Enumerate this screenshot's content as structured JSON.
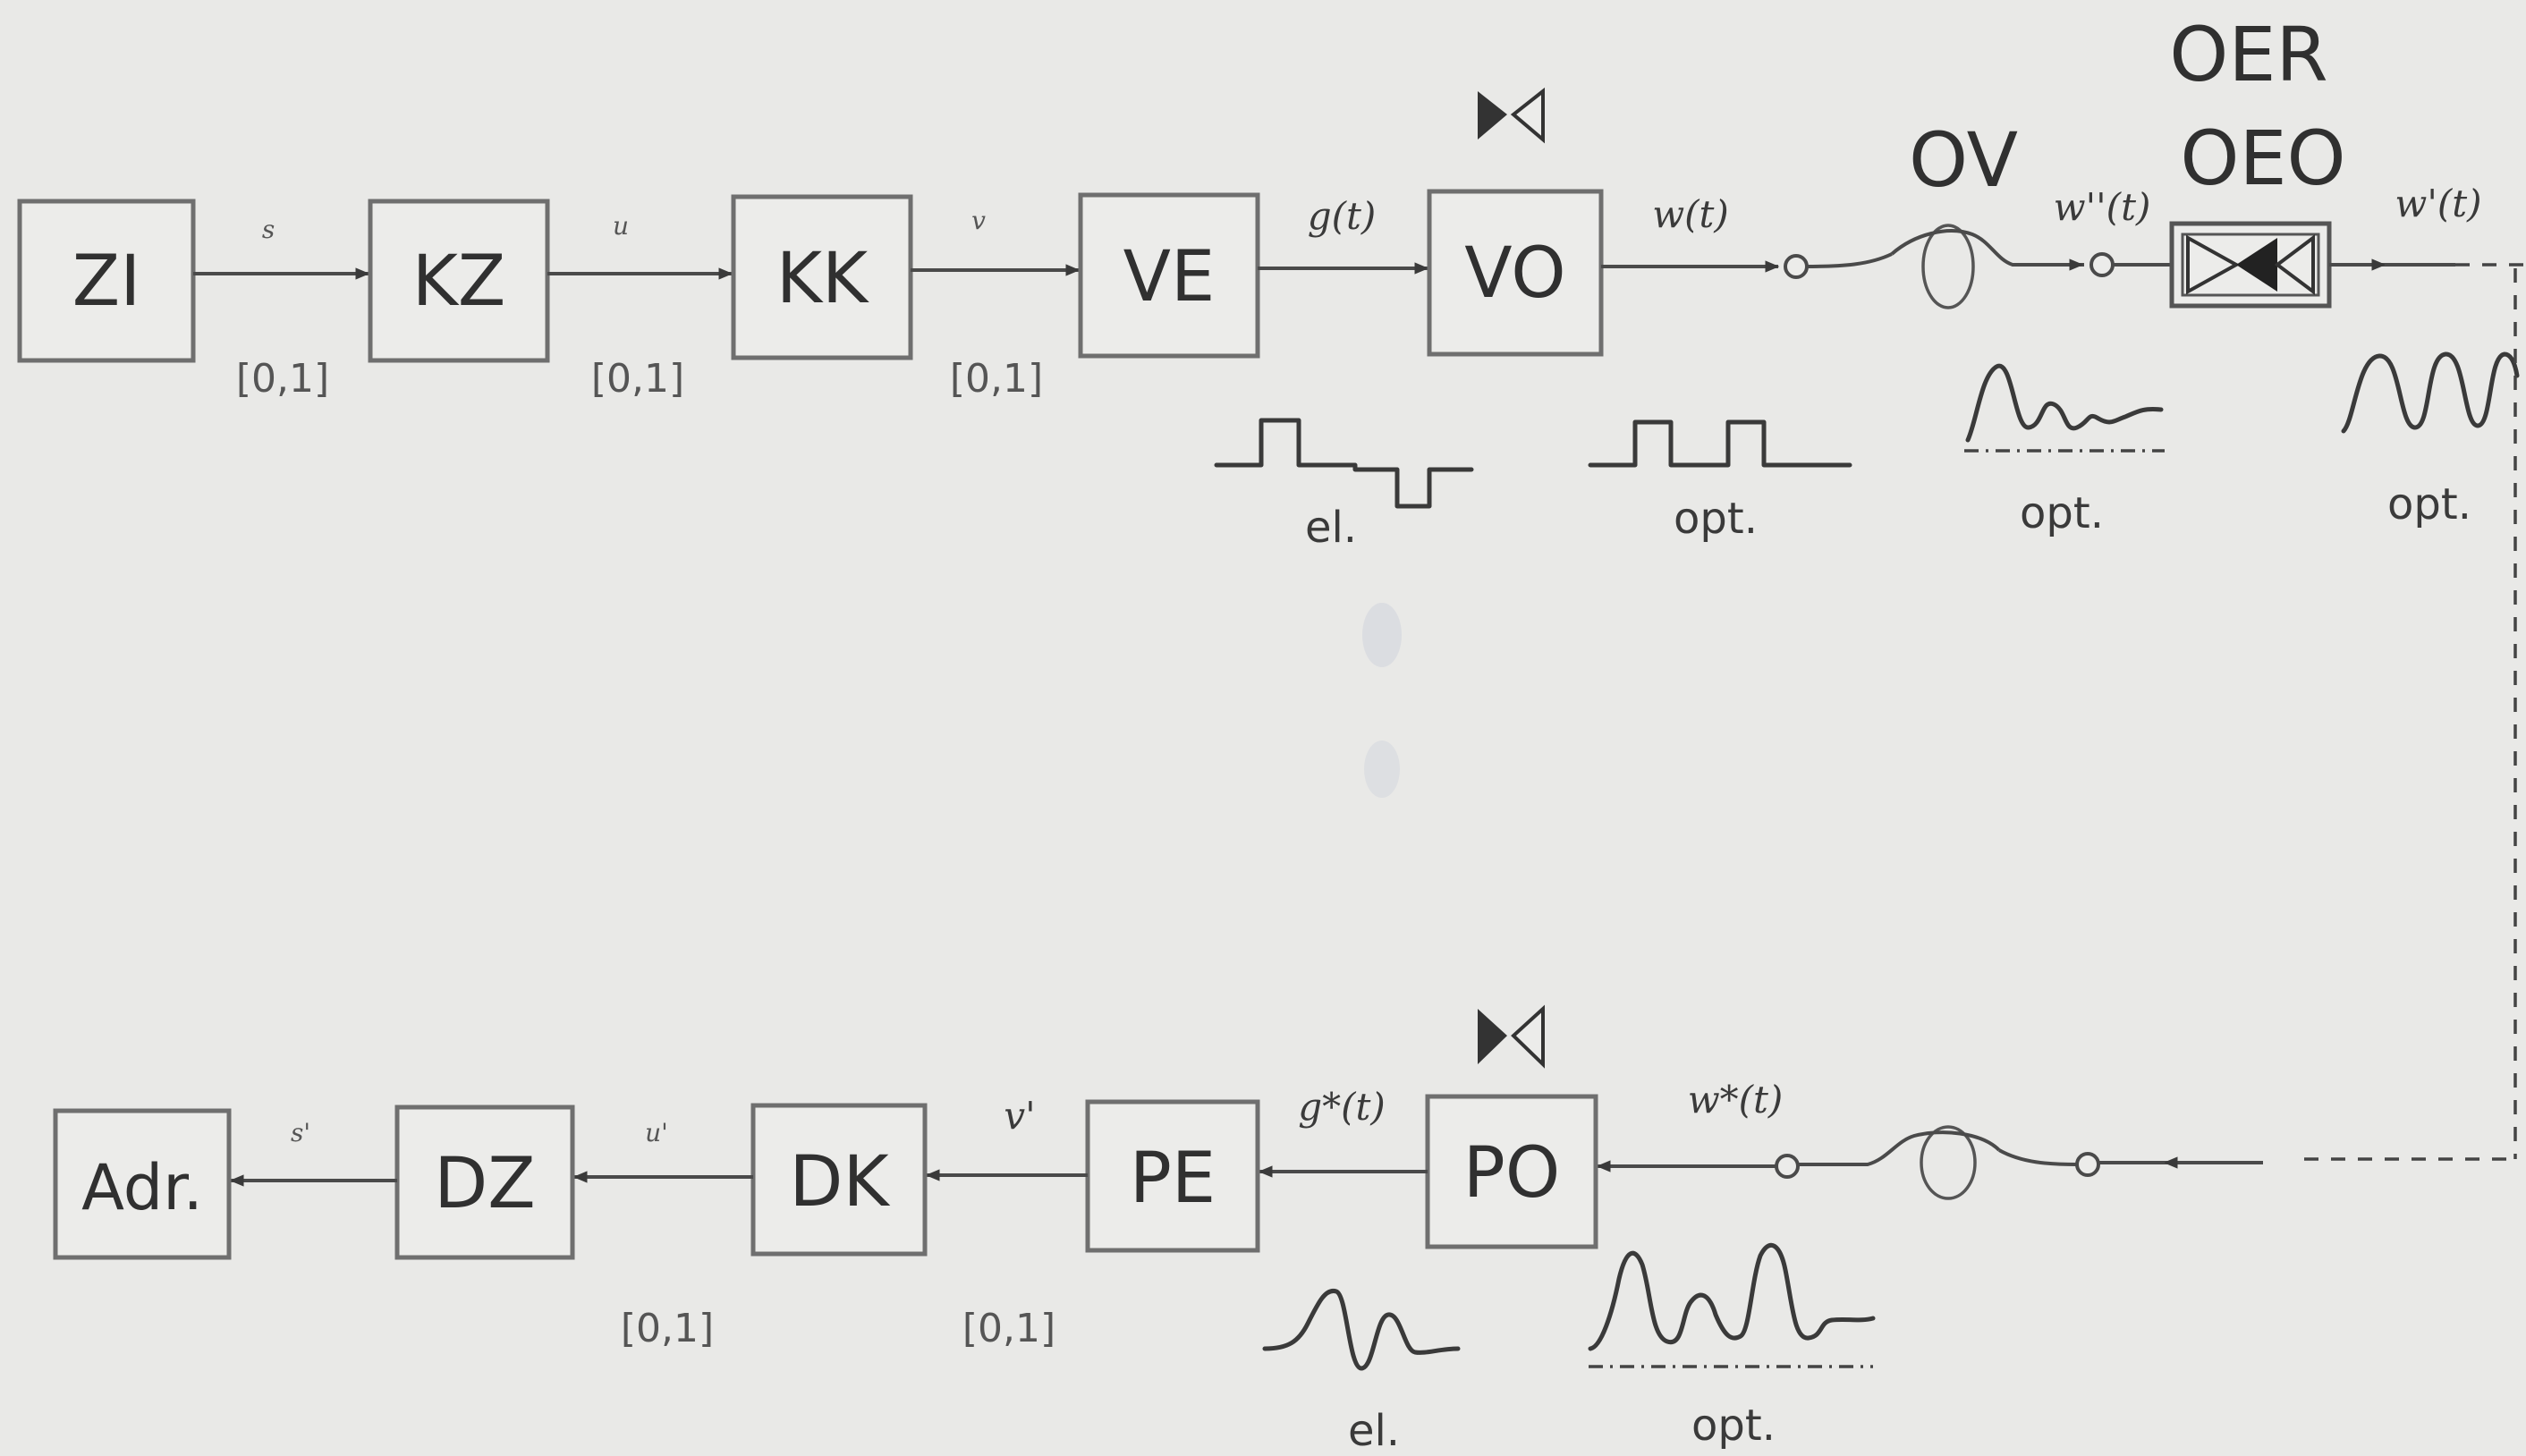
{
  "top_row": {
    "blocks": [
      "ZI",
      "KZ",
      "KK",
      "VE",
      "VO"
    ],
    "signals": {
      "s": "s",
      "u": "u",
      "v": "v",
      "g": "g(t)",
      "w": "w(t)",
      "w2": "w''(t)",
      "w3": "w'(t)"
    },
    "ranges": [
      "[0,1]",
      "[0,1]",
      "[0,1]"
    ],
    "fiber_label": "OV",
    "repeater_labels": [
      "OER",
      "OEO"
    ],
    "captions": [
      "el.",
      "opt.",
      "opt.",
      "opt."
    ]
  },
  "bottom_row": {
    "blocks": [
      "Adr.",
      "DZ",
      "DK",
      "PE",
      "PO"
    ],
    "signals": {
      "s": "s'",
      "u": "u'",
      "v": "v'",
      "g": "g*(t)",
      "w": "w*(t)"
    },
    "ranges": [
      "[0,1]",
      "[0,1]"
    ],
    "captions": [
      "el.",
      "opt."
    ]
  },
  "symbols": {
    "source_icon": "bowtie-light-source-icon",
    "detector_icon": "bowtie-light-detector-icon",
    "fiber_icon": "fiber-coil-icon",
    "repeater_icon": "bowtie-repeater-icon"
  }
}
